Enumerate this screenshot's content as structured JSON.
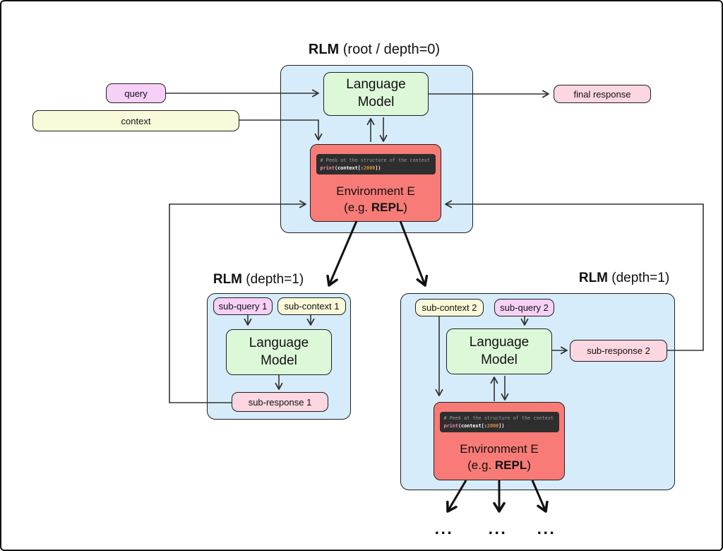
{
  "palette": {
    "panel_blue": "#d7ecfa",
    "lm_green": "#ddf8d9",
    "env_red": "#f87b77",
    "query_pink": "#f6d0f7",
    "context_yellow": "#f9fad9",
    "response_pink": "#fcd6e0",
    "code_bg": "#2e2e2e",
    "code_comment_color": "#9a9a9a",
    "code_function_color": "#ee8da0",
    "code_number_color": "#e0913f",
    "thin_line": "#333333",
    "thick_line": "#111111"
  },
  "root": {
    "title_bold": "RLM",
    "title_rest": " (root / depth=0)",
    "language_model": "Language\nModel"
  },
  "io": {
    "query": "query",
    "context": "context",
    "final_response": "final response"
  },
  "environment": {
    "title": "Environment E",
    "sub_pre": "(e.g. ",
    "sub_bold": "REPL",
    "sub_post": ")"
  },
  "code": {
    "comment": "# Peek at the structure of the context",
    "fn": "print",
    "p1": "(",
    "var": "context",
    "p2": "[:",
    "num": "2000",
    "p3": "])"
  },
  "left_rlm": {
    "title_bold": "RLM",
    "title_rest": " (depth=1)",
    "sub_query": "sub-query 1",
    "sub_context": "sub-context 1",
    "language_model": "Language\nModel",
    "sub_response": "sub-response 1"
  },
  "right_rlm": {
    "title_bold": "RLM",
    "title_rest": " (depth=1)",
    "sub_context": "sub-context 2",
    "sub_query": "sub-query 2",
    "language_model": "Language\nModel",
    "sub_response": "sub-response 2",
    "dots": [
      "...",
      "...",
      "..."
    ]
  }
}
